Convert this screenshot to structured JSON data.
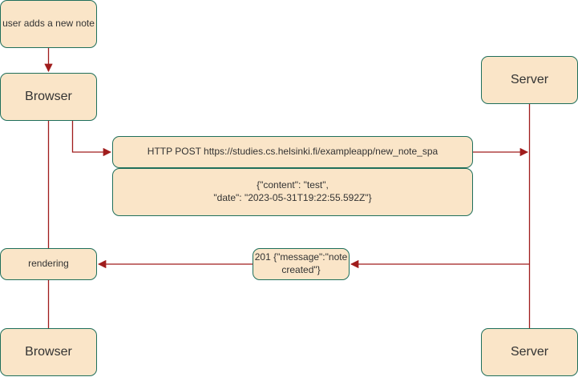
{
  "nodes": {
    "trigger": "user adds a new note",
    "browser_top": "Browser",
    "server_top": "Server",
    "request_method": "HTTP POST",
    "request_url": "https://studies.cs.helsinki.fi/exampleapp/new_note_spa",
    "payload_line1": "{\"content\": \"test\",",
    "payload_line2": "\"date\": \"2023-05-31T19:22:55.592Z\"}",
    "rendering": "rendering",
    "response_line1": "201 {\"message\":\"note",
    "response_line2": "created\"}",
    "browser_bottom": "Browser",
    "server_bottom": "Server"
  },
  "colors": {
    "node_fill": "#fae5c8",
    "node_border": "#1f6f5b",
    "edge": "#a01c1c"
  }
}
